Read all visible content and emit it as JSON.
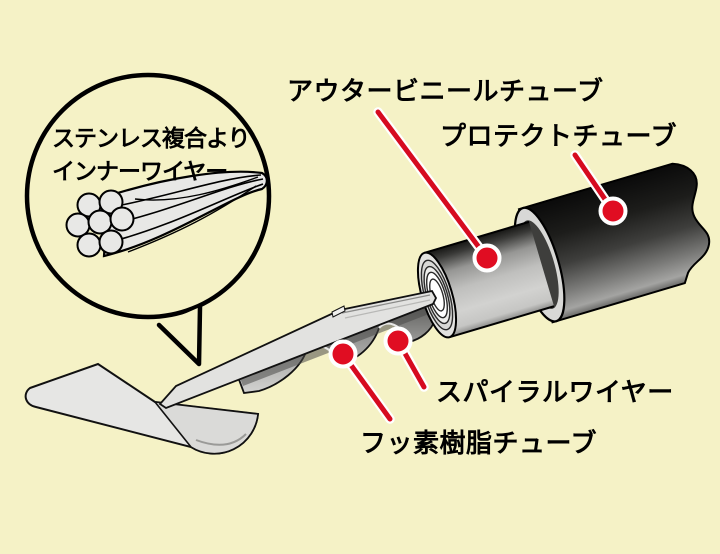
{
  "background_color": "#f5f2c6",
  "colors": {
    "accent_red": "#d60b20",
    "outline_black": "#000000",
    "metal_light_gray": "#e4e4e2",
    "protect_tube_dark": "#0a0a0a"
  },
  "callout": {
    "line1": "ステンレス複合より",
    "line2": "インナーワイヤー"
  },
  "labels": {
    "outer_vinyl_tube": "アウタービニールチューブ",
    "protect_tube": "プロテクトチューブ",
    "spiral_wire": "スパイラルワイヤー",
    "fluorine_resin_tube": "フッ素樹脂チューブ"
  }
}
